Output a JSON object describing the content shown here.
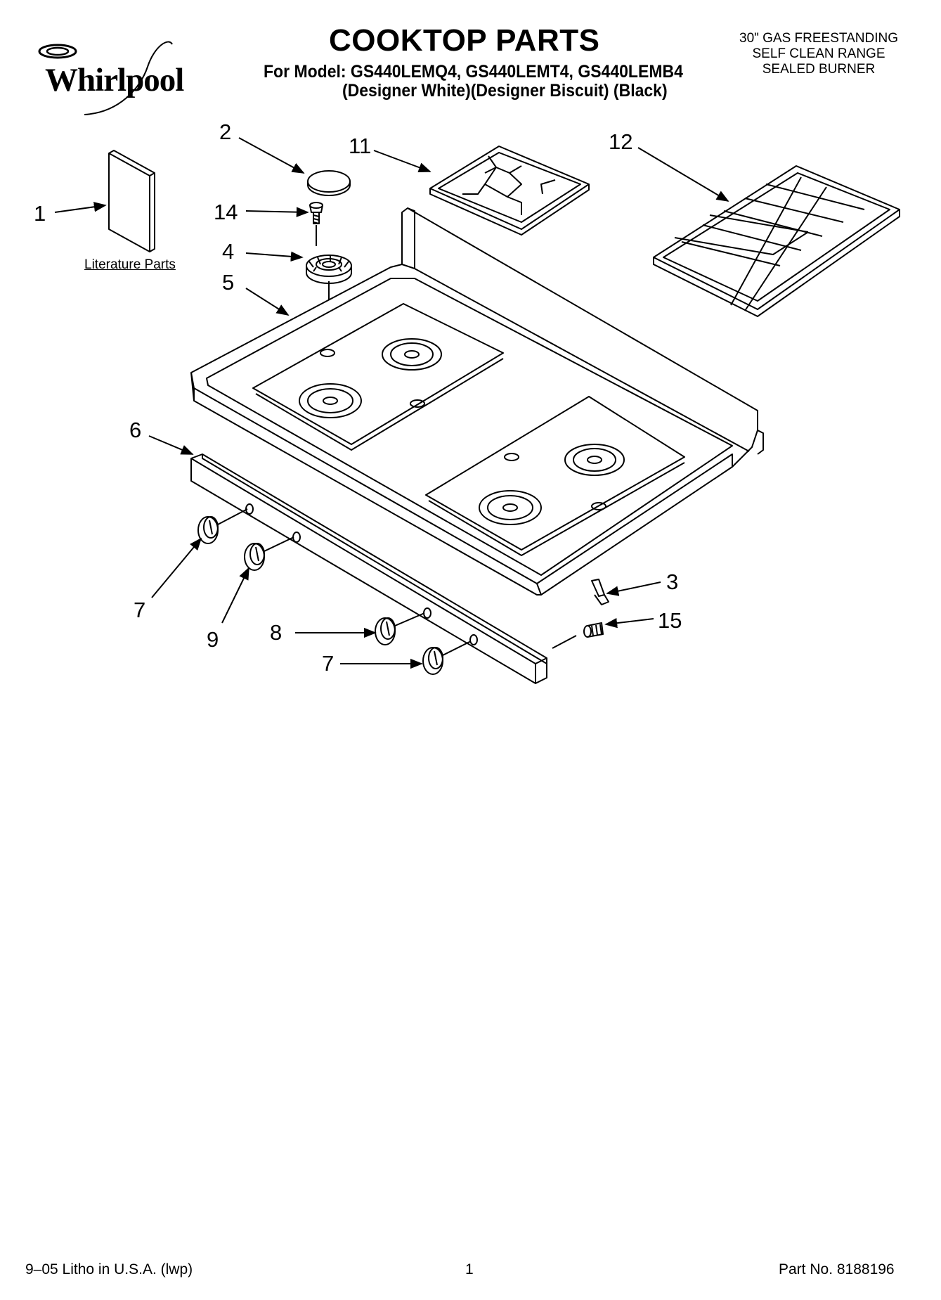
{
  "brand": {
    "name": "Whirlpool"
  },
  "header": {
    "title": "COOKTOP PARTS",
    "model_line": "For Model: GS440LEMQ4, GS440LEMT4, GS440LEMB4",
    "colors_line": "(Designer White)(Designer Biscuit) (Black)",
    "product_lines": [
      "30\" GAS FREESTANDING",
      "SELF CLEAN RANGE",
      "SEALED BURNER"
    ]
  },
  "diagram": {
    "literature_label": "Literature Parts",
    "callouts": {
      "c1": "1",
      "c2": "2",
      "c3": "3",
      "c4": "4",
      "c5": "5",
      "c6": "6",
      "c7a": "7",
      "c7b": "7",
      "c8": "8",
      "c9": "9",
      "c11": "11",
      "c12": "12",
      "c14": "14",
      "c15": "15"
    }
  },
  "footer": {
    "litho": "9–05 Litho in U.S.A. (lwp)",
    "page": "1",
    "part_no": "Part No. 8188196"
  }
}
